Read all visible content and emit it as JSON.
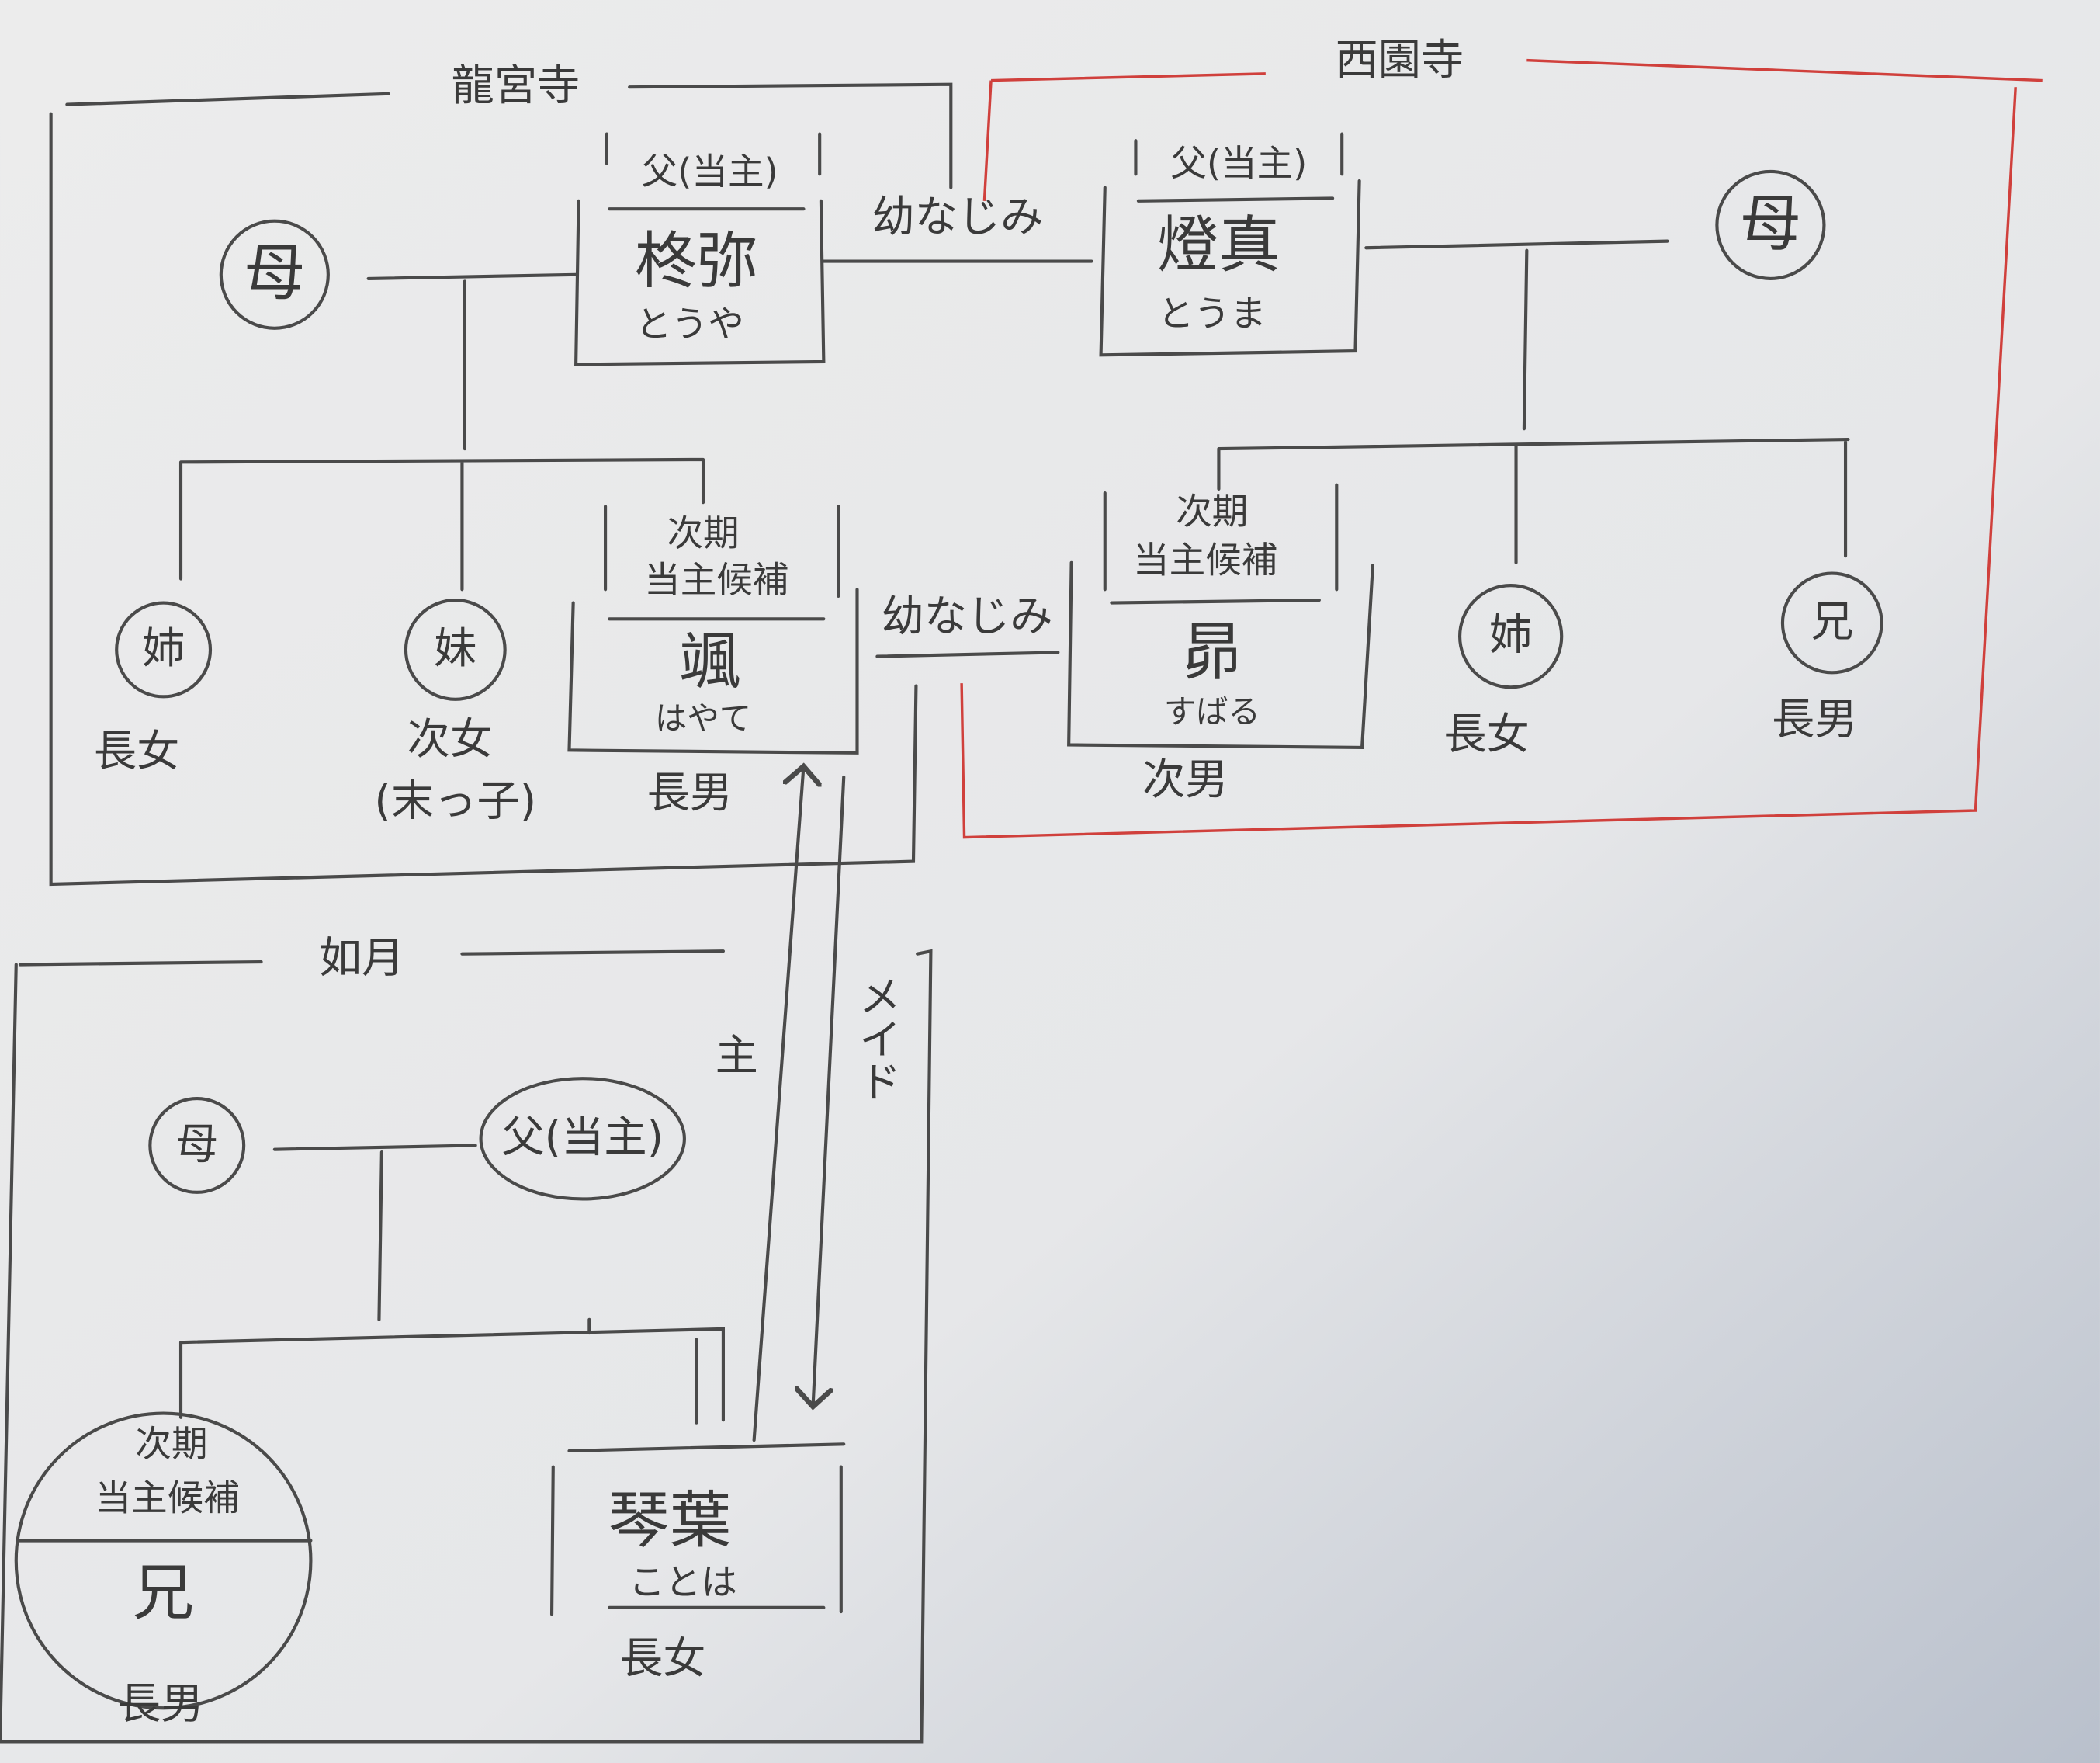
{
  "families": {
    "ryuguji": {
      "name": "龍宮寺",
      "mother": "母",
      "father": {
        "role": "父(当主)",
        "name": "柊弥",
        "reading": "とうや"
      },
      "children": [
        {
          "symbol": "姉",
          "label": "長女"
        },
        {
          "symbol": "妹",
          "label": "次女",
          "note": "(末っ子)"
        },
        {
          "role_line1": "次期",
          "role_line2": "当主候補",
          "name": "颯",
          "reading": "はやて",
          "label": "長男"
        }
      ]
    },
    "saionji": {
      "name": "西園寺",
      "mother": "母",
      "father": {
        "role": "父(当主)",
        "name": "燈真",
        "reading": "とうま"
      },
      "children": [
        {
          "role_line1": "次期",
          "role_line2": "当主候補",
          "name": "昴",
          "reading": "すばる",
          "label": "次男"
        },
        {
          "symbol": "姉",
          "label": "長女"
        },
        {
          "symbol": "兄",
          "label": "長男"
        }
      ]
    },
    "kisaragi": {
      "name": "如月",
      "mother": "母",
      "father": "父(当主)",
      "children": [
        {
          "role_line1": "次期",
          "role_line2": "当主候補",
          "symbol": "兄",
          "label": "長男"
        },
        {
          "name": "琴葉",
          "reading": "ことは",
          "label": "長女"
        }
      ]
    }
  },
  "relations": {
    "childhood_friends_fathers": "幼なじみ",
    "childhood_friends_sons": "幼なじみ",
    "master": "主",
    "maid": "メイド"
  },
  "colors": {
    "ink": "#4a4a4a",
    "saionji_border": "#d0403c",
    "paper": "#e9eaea"
  }
}
